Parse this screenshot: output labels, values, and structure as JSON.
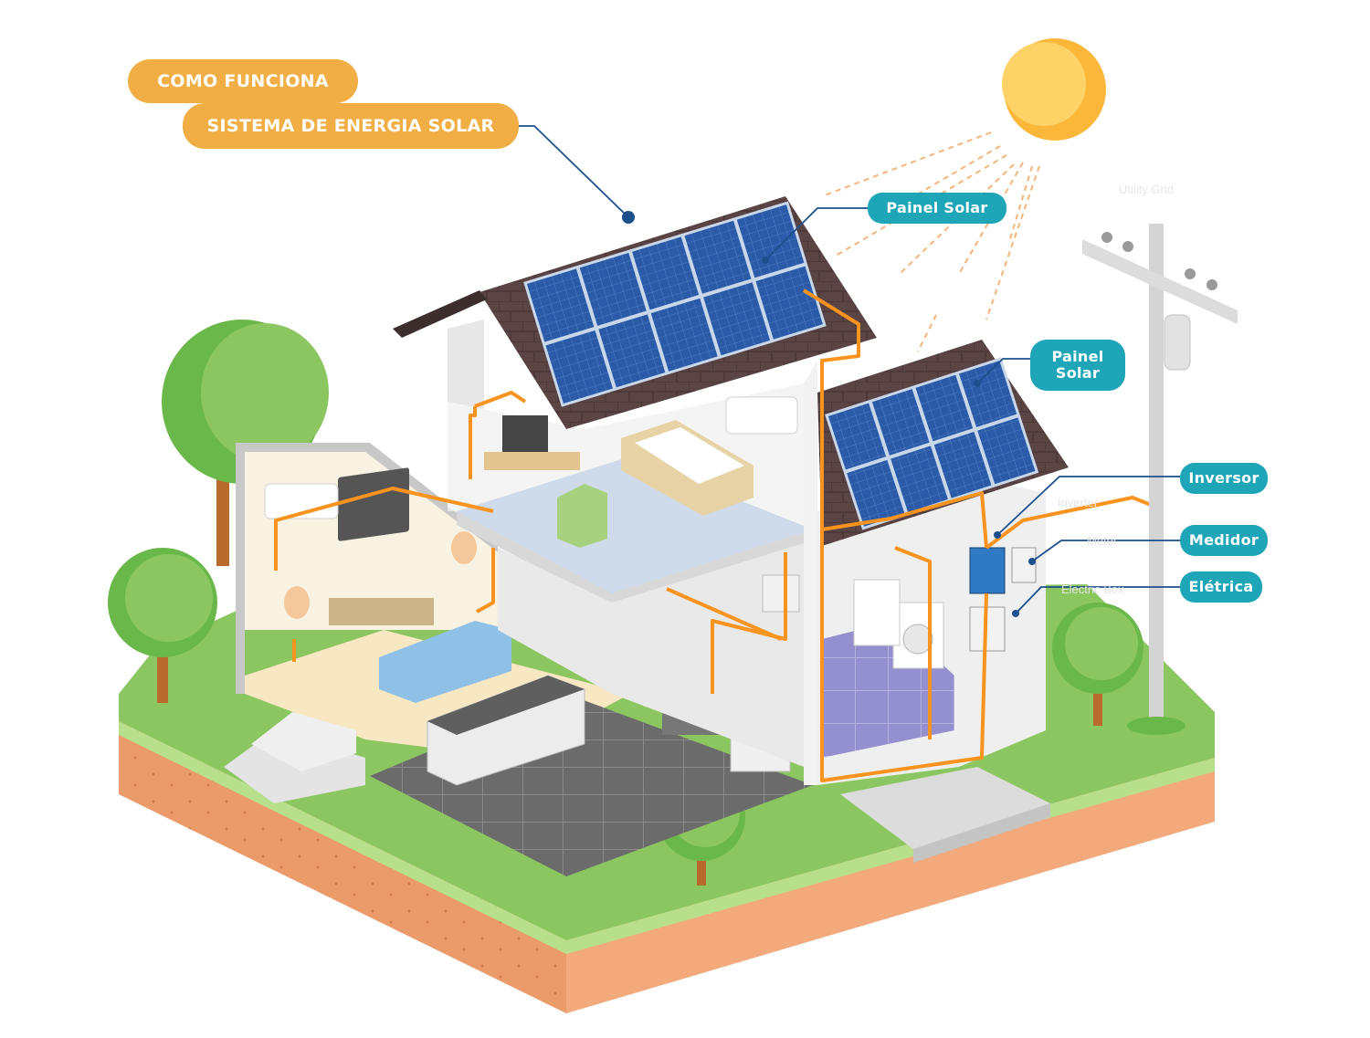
{
  "title": {
    "line1": "COMO FUNCIONA",
    "line2": "SISTEMA DE ENERGIA SOLAR"
  },
  "labels": {
    "solar_panel_main": "Painel Solar",
    "solar_panel_annex_line1": "Painel",
    "solar_panel_annex_line2": "Solar",
    "inverter": "Inversor",
    "meter": "Medidor",
    "electric": "Elétrica"
  },
  "faint_labels": {
    "utility_grid": "Utility Grid",
    "inverter": "Inverter",
    "meter": "Meter",
    "electric_box": "Electric Box"
  },
  "colors": {
    "title_pill": "#f0ae45",
    "label_pill": "#1ea6b8",
    "wire": "#f7931e",
    "sun": "#fbb73a",
    "roof": "#5b4444",
    "panel": "#2a5aa8",
    "grass": "#8cc660",
    "soil": "#eb9a6a",
    "leader": "#1d4f8c"
  }
}
